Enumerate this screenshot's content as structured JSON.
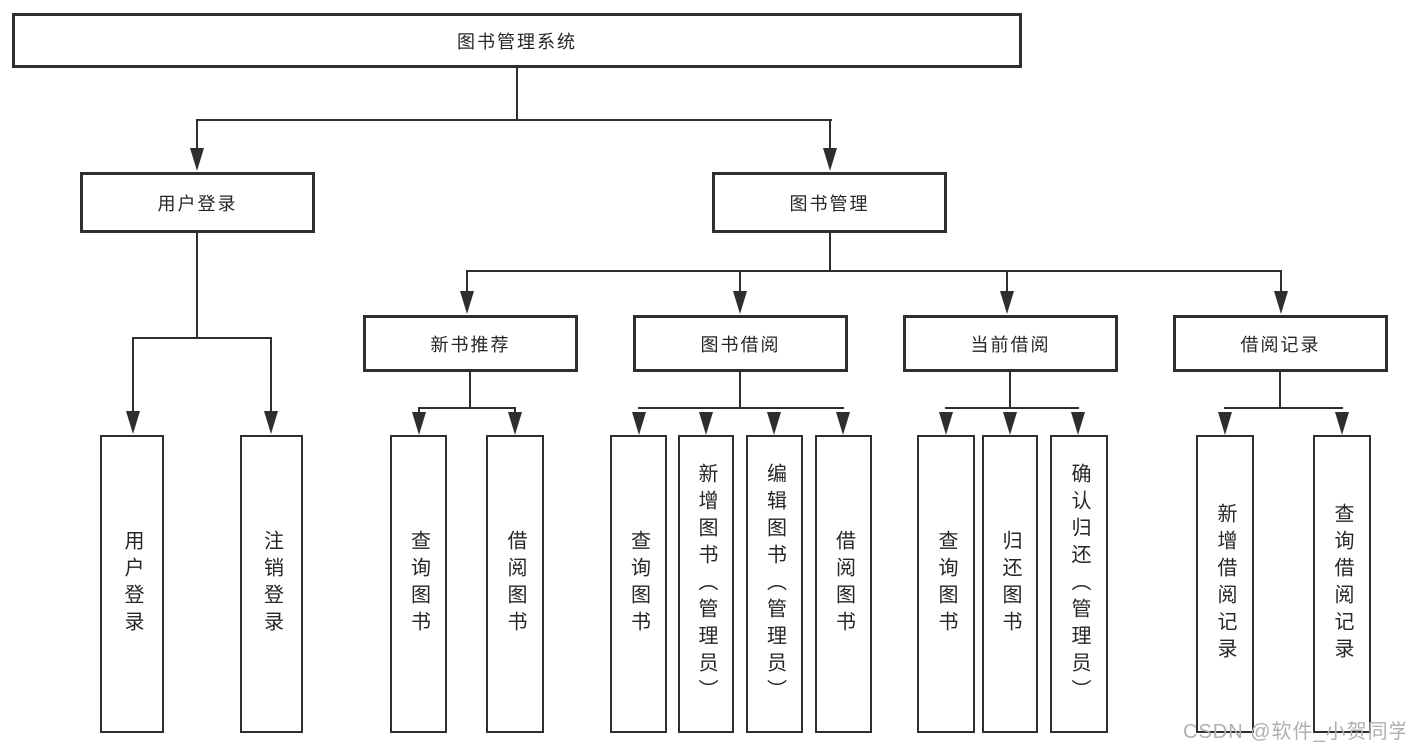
{
  "colors": {
    "line": "#2e2e2e",
    "text": "#262626",
    "watermark": "#b0b0b0",
    "background": "#ffffff"
  },
  "watermark": "CSDN @软件_小贺同学",
  "nodes": {
    "root": "图书管理系统",
    "user_login": "用户登录",
    "book_mgmt": "图书管理",
    "new_book_rec": "新书推荐",
    "book_borrow": "图书借阅",
    "current_borrow": "当前借阅",
    "borrow_records": "借阅记录",
    "leaf_user_login": "用户登录",
    "leaf_logout": "注销登录",
    "leaf_nbr_query": "查询图书",
    "leaf_nbr_borrow": "借阅图书",
    "leaf_bb_query": "查询图书",
    "leaf_bb_add": "新增图书（管理员）",
    "leaf_bb_edit": "编辑图书（管理员）",
    "leaf_bb_borrow": "借阅图书",
    "leaf_cb_query": "查询图书",
    "leaf_cb_return": "归还图书",
    "leaf_cb_confirm": "确认归还（管理员）",
    "leaf_br_add": "新增借阅记录",
    "leaf_br_query": "查询借阅记录"
  },
  "tree": {
    "label": "图书管理系统",
    "children": [
      {
        "label": "用户登录",
        "children": [
          {
            "label": "用户登录"
          },
          {
            "label": "注销登录"
          }
        ]
      },
      {
        "label": "图书管理",
        "children": [
          {
            "label": "新书推荐",
            "children": [
              {
                "label": "查询图书"
              },
              {
                "label": "借阅图书"
              }
            ]
          },
          {
            "label": "图书借阅",
            "children": [
              {
                "label": "查询图书"
              },
              {
                "label": "新增图书（管理员）"
              },
              {
                "label": "编辑图书（管理员）"
              },
              {
                "label": "借阅图书"
              }
            ]
          },
          {
            "label": "当前借阅",
            "children": [
              {
                "label": "查询图书"
              },
              {
                "label": "归还图书"
              },
              {
                "label": "确认归还（管理员）"
              }
            ]
          },
          {
            "label": "借阅记录",
            "children": [
              {
                "label": "新增借阅记录"
              },
              {
                "label": "查询借阅记录"
              }
            ]
          }
        ]
      }
    ]
  }
}
